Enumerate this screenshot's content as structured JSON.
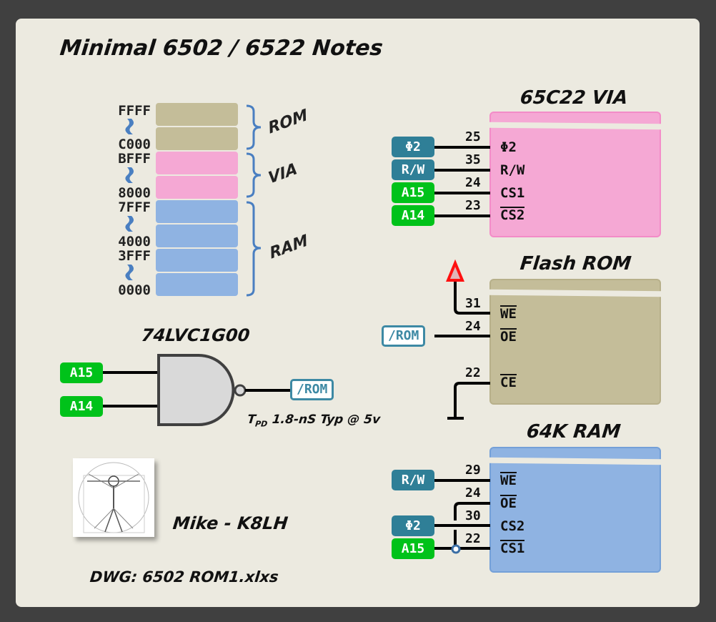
{
  "title": "Minimal 6502 / 6522 Notes",
  "memory_map": {
    "addresses": [
      "FFFF",
      "C000",
      "BFFF",
      "8000",
      "7FFF",
      "4000",
      "3FFF",
      "0000"
    ],
    "regions": [
      {
        "name": "ROM",
        "color": "#c4bd99"
      },
      {
        "name": "VIA",
        "color": "#f5a8d4"
      },
      {
        "name": "RAM",
        "color": "#8fb3e2"
      }
    ],
    "brace_color": "#4a7fc1"
  },
  "gate": {
    "part": "74LVC1G00",
    "inputs": [
      "A15",
      "A14"
    ],
    "output": "/ROM",
    "timing_prefix": "T",
    "timing_sub": "PD",
    "timing_text": "1.8-nS Typ @ 5v"
  },
  "via_chip": {
    "title": "65C22 VIA",
    "pins": [
      {
        "signal": "Φ2",
        "num": "25",
        "name": "Φ2",
        "active_low": false,
        "signal_color": "teal"
      },
      {
        "signal": "R/W",
        "num": "35",
        "name": "R/W",
        "active_low": false,
        "signal_color": "teal"
      },
      {
        "signal": "A15",
        "num": "24",
        "name": "CS1",
        "active_low": false,
        "signal_color": "green"
      },
      {
        "signal": "A14",
        "num": "23",
        "name": "CS2",
        "active_low": true,
        "signal_color": "green"
      }
    ]
  },
  "rom_chip": {
    "title": "Flash ROM",
    "pins": [
      {
        "signal": "VCC",
        "num": "31",
        "name": "WE",
        "active_low": true
      },
      {
        "signal": "/ROM",
        "num": "24",
        "name": "OE",
        "active_low": true
      },
      {
        "signal": "GND",
        "num": "22",
        "name": "CE",
        "active_low": true
      }
    ]
  },
  "ram_chip": {
    "title": "64K RAM",
    "pins": [
      {
        "signal": "R/W",
        "num": "29",
        "name": "WE",
        "active_low": true
      },
      {
        "signal": "A15",
        "num": "24",
        "name": "OE",
        "active_low": true
      },
      {
        "signal": "Φ2",
        "num": "30",
        "name": "CS2",
        "active_low": false
      },
      {
        "signal": "A15",
        "num": "22",
        "name": "CS1",
        "active_low": true
      }
    ]
  },
  "author": "Mike - K8LH",
  "drawing": "DWG: 6502 ROM1.xlxs",
  "colors": {
    "teal_signal": "#2f7f97",
    "green_signal": "#00c21a",
    "vcc_symbol": "#ff1010",
    "background": "#eceae0",
    "frame": "#404040"
  }
}
